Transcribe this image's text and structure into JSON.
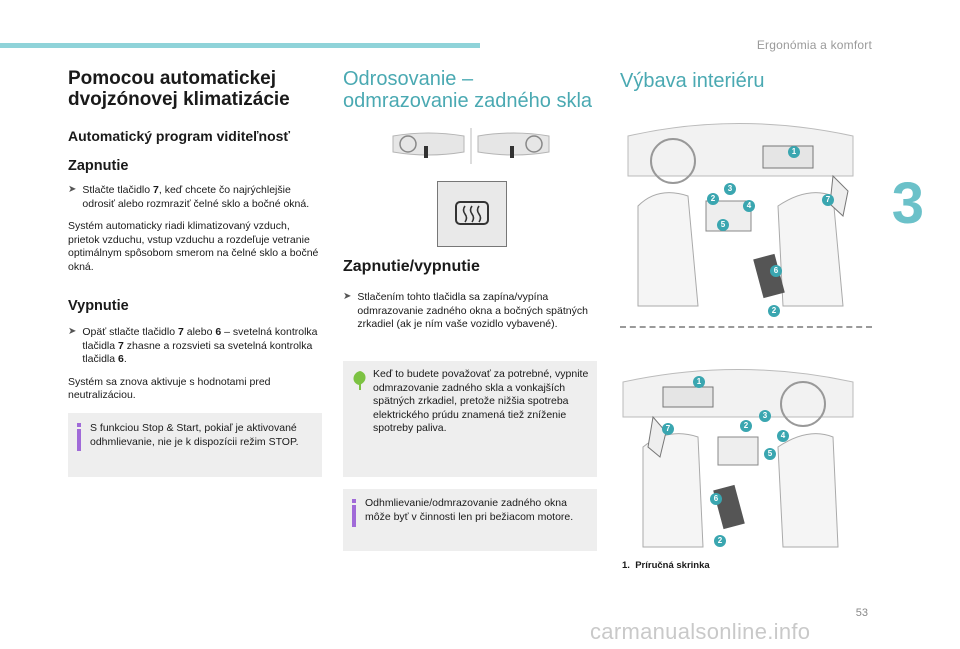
{
  "header": {
    "chapter_title": "Ergonómia a komfort",
    "chapter_number": "3",
    "page_number": "53",
    "watermark": "carmanualsonline.info"
  },
  "col1": {
    "title_line1": "Pomocou automatickej",
    "title_line2": "dvojzónovej klimatizácie",
    "subtitle": "Automatický program viditeľnosť",
    "on_heading": "Zapnutie",
    "on_bullet_pre": "Stlačte tlačidlo ",
    "on_bullet_num": "7",
    "on_bullet_post": ", keď chcete čo najrýchlejšie odrosiť alebo rozmraziť čelné sklo a bočné okná.",
    "on_text": "Systém automaticky riadi klimatizovaný vzduch, prietok vzduchu, vstup vzduchu a rozdeľuje vetranie optimálnym spôsobom smerom na čelné sklo a bočné okná.",
    "off_heading": "Vypnutie",
    "off_bullet_a": "Opäť stlačte tlačidlo ",
    "off_bullet_n1": "7",
    "off_bullet_b": " alebo ",
    "off_bullet_n2": "6",
    "off_bullet_c": " – svetelná kontrolka tlačidla ",
    "off_bullet_n3": "7",
    "off_bullet_d": " zhasne a rozsvieti sa svetelná kontrolka tlačidla ",
    "off_bullet_n4": "6",
    "off_bullet_e": ".",
    "off_text": "Systém sa znova aktivuje s hodnotami pred neutralizáciou.",
    "note": "S funkciou Stop & Start, pokiaľ je aktivované odhmlievanie, nie je k dispozícii režim STOP."
  },
  "col2": {
    "title_line1": "Odrosovanie –",
    "title_line2": "odmrazovanie zadného skla",
    "heading": "Zapnutie/vypnutie",
    "bullet": "Stlačením tohto tlačidla sa zapína/vypína odmrazovanie zadného okna a bočných spätných zrkadiel (ak je ním vaše vozidlo vybavené).",
    "eco_note": "Keď to budete považovať za potrebné, vypnite odmrazovanie zadného skla a vonkajších spätných zrkadiel, pretože nižšia spotreba elektrického prúdu znamená tiež zníženie spotreby paliva.",
    "info_note": "Odhmlievanie/odmrazovanie zadného okna môže byť v činnosti len pri bežiacom motore."
  },
  "col3": {
    "title": "Výbava interiéru",
    "caption_num": "1.",
    "caption_text": "Príručná skrinka",
    "top_labels": [
      "1",
      "2",
      "3",
      "4",
      "5",
      "6",
      "7",
      "2"
    ],
    "bottom_labels": [
      "1",
      "7",
      "2",
      "3",
      "4",
      "5",
      "6",
      "2"
    ]
  },
  "colors": {
    "accent": "#4aa9b2",
    "note_bg": "#eeeeee",
    "info": "#a06ad8",
    "eco": "#7cc242"
  }
}
